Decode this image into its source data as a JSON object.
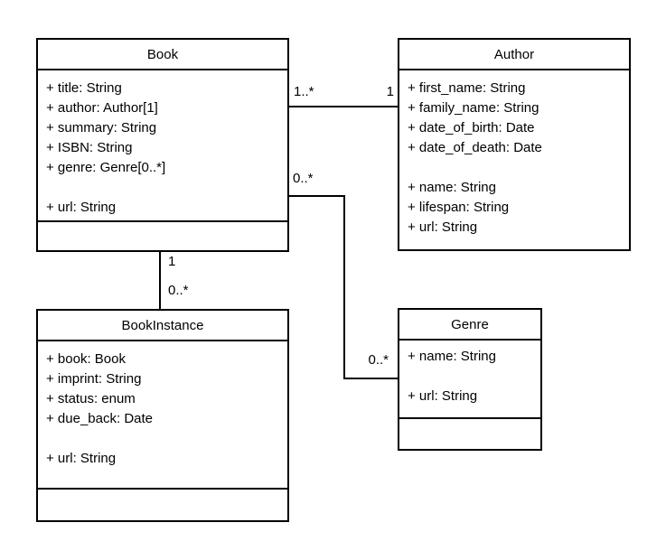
{
  "diagram": {
    "kind": "uml-class-diagram",
    "colors": {
      "stroke": "#000000",
      "fill": "#ffffff",
      "text": "#000000"
    },
    "classes": [
      {
        "name": "Book",
        "attributes": [
          "+ title: String",
          "+ author: Author[1]",
          "+ summary: String",
          "+ ISBN: String",
          "+ genre: Genre[0..*]",
          "",
          "+ url: String"
        ],
        "has_empty_methods_compartment": true
      },
      {
        "name": "Author",
        "attributes": [
          "+ first_name: String",
          "+ family_name: String",
          "+ date_of_birth: Date",
          "+ date_of_death: Date",
          "",
          "+ name: String",
          "+ lifespan: String",
          "+ url: String"
        ],
        "has_empty_methods_compartment": false
      },
      {
        "name": "BookInstance",
        "attributes": [
          "+ book: Book",
          "+ imprint: String",
          "+ status: enum",
          "+ due_back: Date",
          "",
          "+ url: String"
        ],
        "has_empty_methods_compartment": true
      },
      {
        "name": "Genre",
        "attributes": [
          "+ name: String",
          "",
          "+ url: String"
        ],
        "has_empty_methods_compartment": true
      }
    ],
    "relationships": [
      {
        "from": "Book",
        "to": "Author",
        "source_multiplicity": "1..*",
        "target_multiplicity": "1"
      },
      {
        "from": "Book",
        "to": "BookInstance",
        "source_multiplicity": "1",
        "target_multiplicity": "0..*"
      },
      {
        "from": "Book",
        "to": "Genre",
        "source_multiplicity": "0..*",
        "target_multiplicity": "0..*"
      }
    ]
  }
}
